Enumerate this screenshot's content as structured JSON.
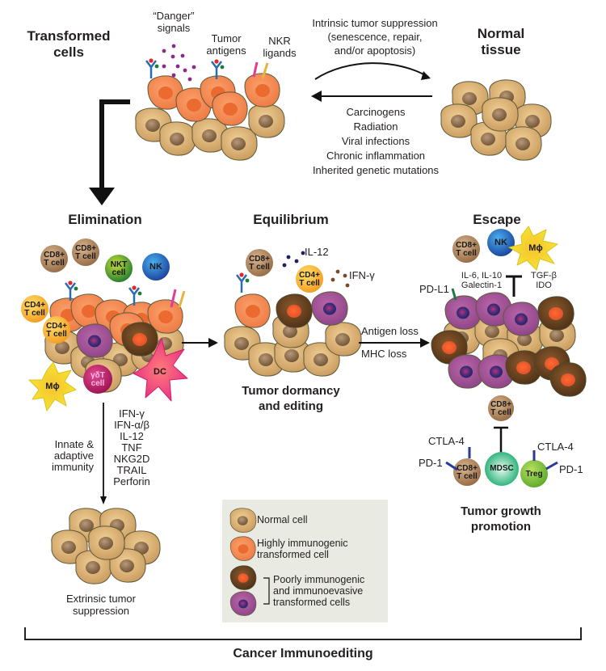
{
  "top": {
    "transformed_cells_title": [
      "Transformed",
      "cells"
    ],
    "danger_signals": [
      "“Danger”",
      "signals"
    ],
    "tumor_antigens": [
      "Tumor",
      "antigens"
    ],
    "nkr_ligands": [
      "NKR",
      "ligands"
    ],
    "normal_tissue_title": [
      "Normal",
      "tissue"
    ],
    "intrinsic_suppression": [
      "Intrinsic tumor suppression",
      "(senescence, repair,",
      "and/or apoptosis)"
    ],
    "causes": [
      "Carcinogens",
      "Radiation",
      "Viral infections",
      "Chronic inflammation",
      "Inherited genetic mutations"
    ]
  },
  "elimination": {
    "title": "Elimination",
    "cells": {
      "cd8_a": "CD8+\nT cell",
      "cd8_b": "CD8+\nT cell",
      "nkt": "NKT\ncell",
      "nk": "NK",
      "cd4_a": "CD4+\nT cell",
      "cd4_b": "CD4+\nT cell",
      "macrophage": "Mϕ",
      "gdt": "γδT\ncell",
      "dc": "DC"
    },
    "arrow_label": [
      "Innate &",
      "adaptive",
      "immunity"
    ],
    "mediators": [
      "IFN-γ",
      "IFN-α/β",
      "IL-12",
      "TNF",
      "NKG2D",
      "TRAIL",
      "Perforin"
    ],
    "outcome": [
      "Extrinsic tumor",
      "suppression"
    ]
  },
  "equilibrium": {
    "title": "Equilibrium",
    "cells": {
      "cd8": "CD8+\nT cell",
      "cd4": "CD4+\nT cell"
    },
    "cytokines": {
      "il12": "IL-12",
      "ifng": "IFN-γ"
    },
    "subtitle": [
      "Tumor dormancy",
      "and editing"
    ],
    "transition": [
      "Antigen loss",
      "MHC loss"
    ]
  },
  "escape": {
    "title": "Escape",
    "cells": {
      "cd8": "CD8+\nT cell",
      "nk": "NK",
      "macrophage": "Mϕ"
    },
    "inhibitors_left": [
      "IL-6, IL-10",
      "Galectin-1"
    ],
    "inhibitors_right": [
      "TGF-β",
      "IDO"
    ],
    "pdl1": "PD-L1",
    "suppression": {
      "cd8_top": "CD8+\nT cell",
      "cd8_left": "CD8+\nT cell",
      "mdsc": "MDSC",
      "treg": "Treg",
      "ctla4_left": "CTLA-4",
      "pd1_left": "PD-1",
      "ctla4_right": "CTLA-4",
      "pd1_right": "PD-1"
    },
    "subtitle": [
      "Tumor growth",
      "promotion"
    ]
  },
  "legend": {
    "items": [
      {
        "label": [
          "Normal cell"
        ],
        "kind": "normal"
      },
      {
        "label": [
          "Highly immunogenic",
          "transformed cell"
        ],
        "kind": "immunogenic"
      },
      {
        "label": [
          "Poorly immunogenic",
          "and immunoevasive",
          "transformed cells"
        ],
        "kind": "evasive"
      }
    ]
  },
  "footer": {
    "title": "Cancer Immunoediting"
  },
  "colors": {
    "normal_cell": "#d9b077",
    "normal_nucleus": "#8a6a4a",
    "immunogenic_cell": "#f5874f",
    "immunogenic_nucleus": "#e8602a",
    "brown_cell": "#6b4422",
    "purple_cell": "#a8569a",
    "purple_nucleus": "#3b2a6e",
    "cd8": "#b08660",
    "cd4": "#f6b52e",
    "nkt": "#3a8a2e",
    "nk": "#2e6fc4",
    "macrophage": "#f2e234",
    "gdt": "#c2226e",
    "dc": "#e8307a",
    "mdsc": "#3dbf8a",
    "treg": "#8cc63f",
    "receptor": "#2b6cb0",
    "legend_bg": "#e9ebe2"
  }
}
